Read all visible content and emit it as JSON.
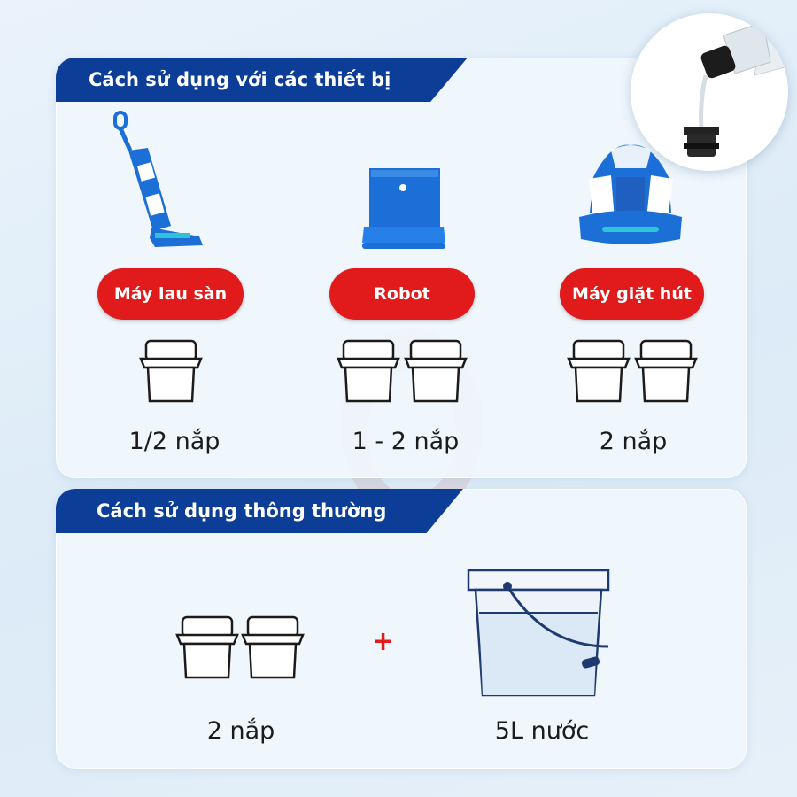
{
  "section_devices": {
    "title": "Cách sử dụng với các thiết bị",
    "devices": [
      {
        "label": "Máy lau sàn",
        "amount": "1/2 nắp",
        "icon": "floor-washer-icon",
        "caps": 1
      },
      {
        "label": "Robot",
        "amount": "1 - 2 nắp",
        "icon": "robot-vacuum-dock-icon",
        "caps": 2
      },
      {
        "label": "Máy giặt hút",
        "amount": "2 nắp",
        "icon": "spot-cleaner-icon",
        "caps": 2
      }
    ]
  },
  "section_normal": {
    "title": "Cách sử dụng thông thường",
    "caps_amount": "2 nắp",
    "plus": "+",
    "water_amount": "5L nước"
  },
  "colors": {
    "banner": "#0c3e97",
    "pill": "#e11b1b",
    "device_blue": "#1b6fd6"
  }
}
